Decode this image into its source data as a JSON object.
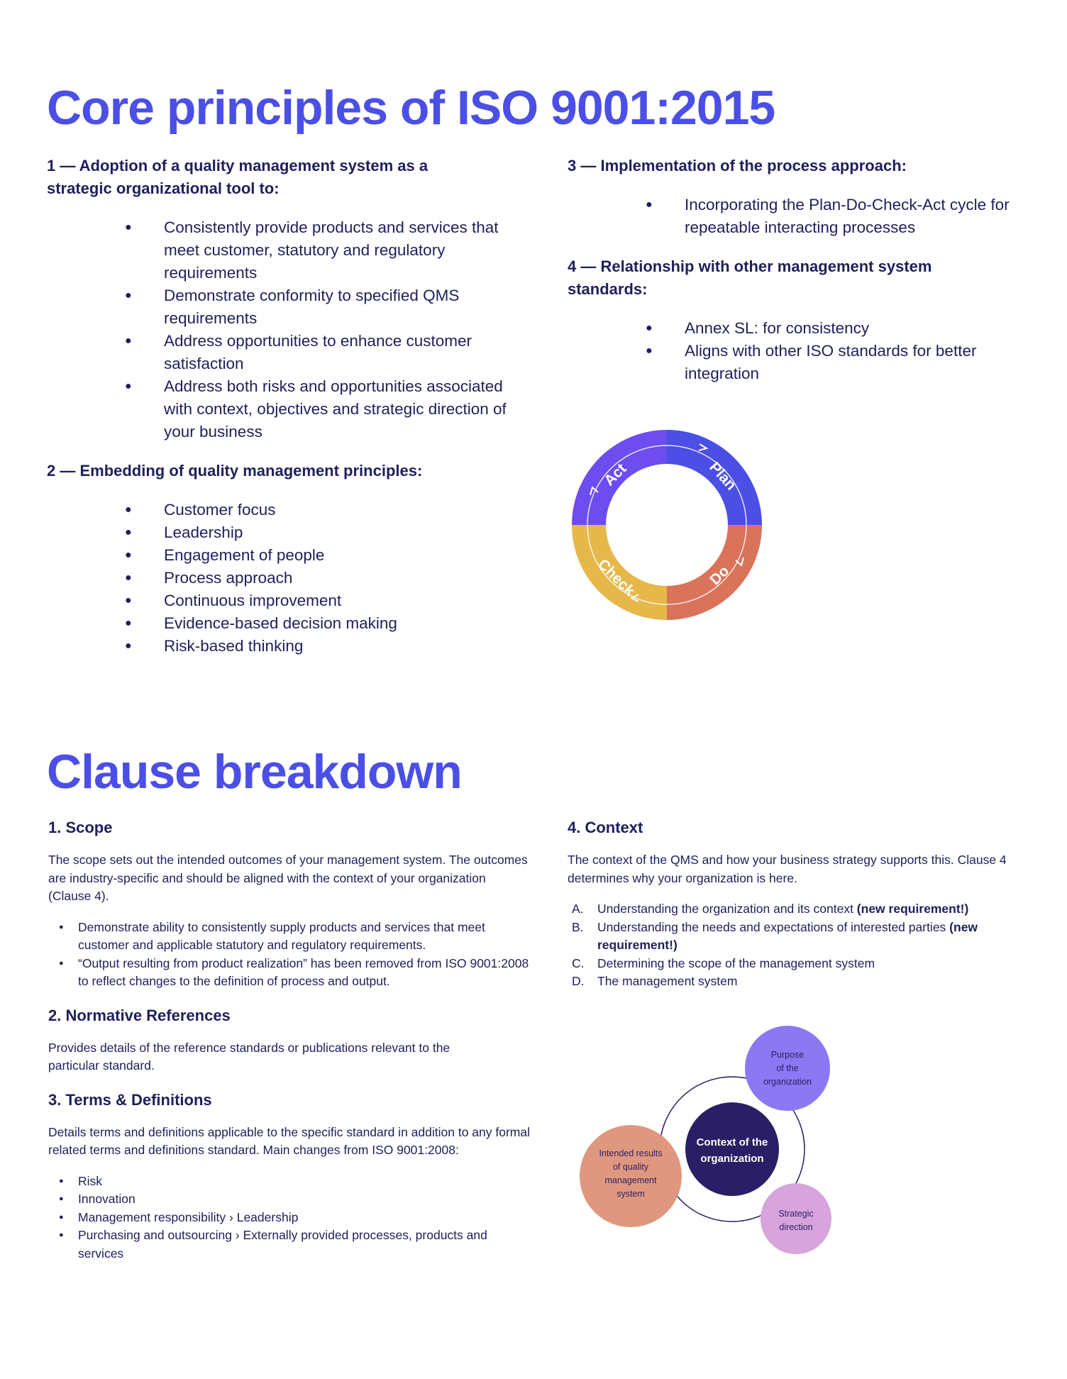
{
  "core": {
    "title": "Core principles of ISO 9001:2015",
    "s1_head": "1 — Adoption of a quality management system as a strategic organizational tool to:",
    "s1_items": [
      "Consistently provide products and services that meet customer, statutory and regulatory requirements",
      "Demonstrate conformity to specified QMS requirements",
      "Address opportunities to enhance customer satisfaction",
      "Address both risks and opportunities associated with context, objectives and strategic direction of your business"
    ],
    "s2_head": "2 — Embedding of quality management principles:",
    "s2_items": [
      "Customer focus",
      "Leadership",
      "Engagement of people",
      "Process approach",
      "Continuous improvement",
      "Evidence-based decision making",
      "Risk-based thinking"
    ],
    "s3_head": "3 — Implementation of the process approach:",
    "s3_items": [
      "Incorporating the Plan-Do-Check-Act cycle for repeatable interacting processes"
    ],
    "s4_head": "4 — Relationship with other management system standards:",
    "s4_items": [
      "Annex SL: for consistency",
      "Aligns with other ISO standards for better integration"
    ]
  },
  "pdca": {
    "plan": "Plan",
    "do": "Do",
    "check": "Check",
    "act": "Act",
    "colors": {
      "plan": "#4b4fe6",
      "do": "#d9735a",
      "check": "#e6b84a",
      "act": "#6d4cf0"
    }
  },
  "clause": {
    "title": "Clause breakdown",
    "scope_head": "1. Scope",
    "scope_para": "The scope sets out the intended outcomes of your management system. The outcomes are industry-specific and should be aligned with the context of your organization (Clause 4).",
    "scope_items": [
      "Demonstrate ability to consistently supply products and services that meet customer and applicable statutory and regulatory requirements.",
      "“Output resulting from product realization” has been removed from ISO 9001:2008 to reflect changes to the definition of process and output."
    ],
    "norm_head": "2. Normative References",
    "norm_para": "Provides details of the reference standards or publications relevant to the particular standard.",
    "terms_head": "3. Terms & Definitions",
    "terms_para": "Details terms and definitions applicable to the specific standard in addition to any formal related terms and definitions standard. Main changes from ISO 9001:2008:",
    "terms_items": [
      "Risk",
      "Innovation",
      "Management responsibility › Leadership",
      "Purchasing and outsourcing › Externally provided processes, products and services"
    ],
    "context_head": "4. Context",
    "context_para": "The context of the QMS and how your business strategy supports this. Clause 4 determines why your organization is here.",
    "context_items": [
      {
        "letter": "A.",
        "text": "Understanding the organization and its context ",
        "bold": "(new requirement!)"
      },
      {
        "letter": "B.",
        "text": "Understanding the needs and expectations of interested parties ",
        "bold": "(new requirement!)"
      },
      {
        "letter": "C.",
        "text": "Determining the scope of the management system",
        "bold": ""
      },
      {
        "letter": "D.",
        "text": "The management system",
        "bold": ""
      }
    ]
  },
  "context_diagram": {
    "center": [
      "Context of the",
      "organization"
    ],
    "purpose": [
      "Purpose",
      "of the",
      "organization"
    ],
    "results": [
      "Intended results",
      "of quality",
      "management",
      "system"
    ],
    "strategic": [
      "Strategic",
      "direction"
    ],
    "colors": {
      "center": "#2a1f66",
      "purpose": "#8b78f2",
      "results": "#e0977f",
      "strategic": "#d7a4dc"
    }
  }
}
